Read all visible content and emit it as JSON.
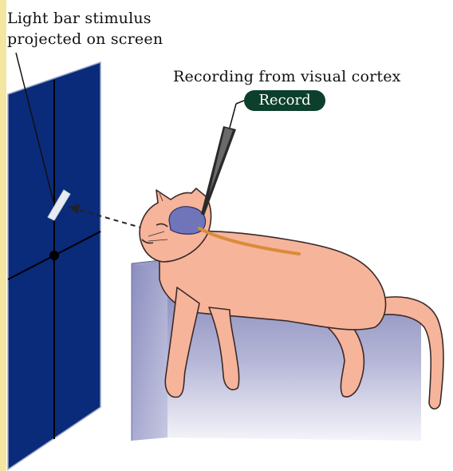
{
  "labels": {
    "stimulus_line1": "Light bar stimulus",
    "stimulus_line2": "projected on screen",
    "recording": "Recording from visual cortex",
    "record_button": "Record"
  },
  "colors": {
    "screen": "#0a2a7a",
    "cat_body": "#f6b49a",
    "cat_outline": "#3a2a2a",
    "brain": "#6f75b8",
    "nerve": "#d98c3a",
    "table": "#8e90be",
    "badge": "#0c3f2c",
    "light_bar": "#e8ecf2"
  },
  "icons": {
    "electrode": "electrode-icon",
    "screen": "projection-screen-icon",
    "cat": "cat-icon"
  }
}
